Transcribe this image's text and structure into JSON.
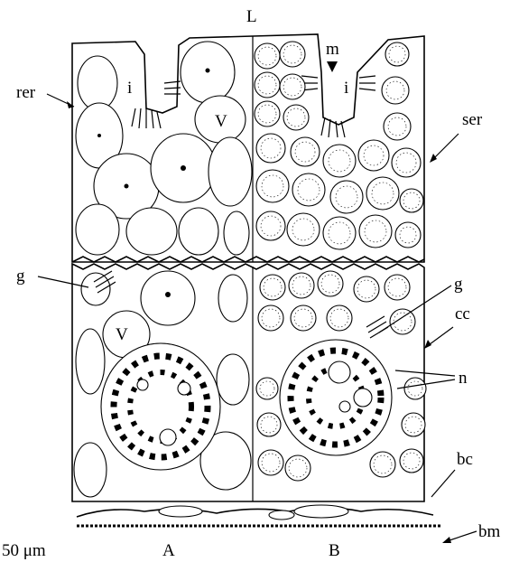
{
  "labels": {
    "lumen": "L",
    "rer": "rer",
    "i_left": "i",
    "i_right": "i",
    "m": "m",
    "ser": "ser",
    "v_top": "V",
    "v_bottom": "V",
    "g_left": "g",
    "g_right": "g",
    "cc": "cc",
    "n": "n",
    "bc": "bc",
    "bm": "bm",
    "scale": "50 μm",
    "panel_a": "A",
    "panel_b": "B"
  }
}
